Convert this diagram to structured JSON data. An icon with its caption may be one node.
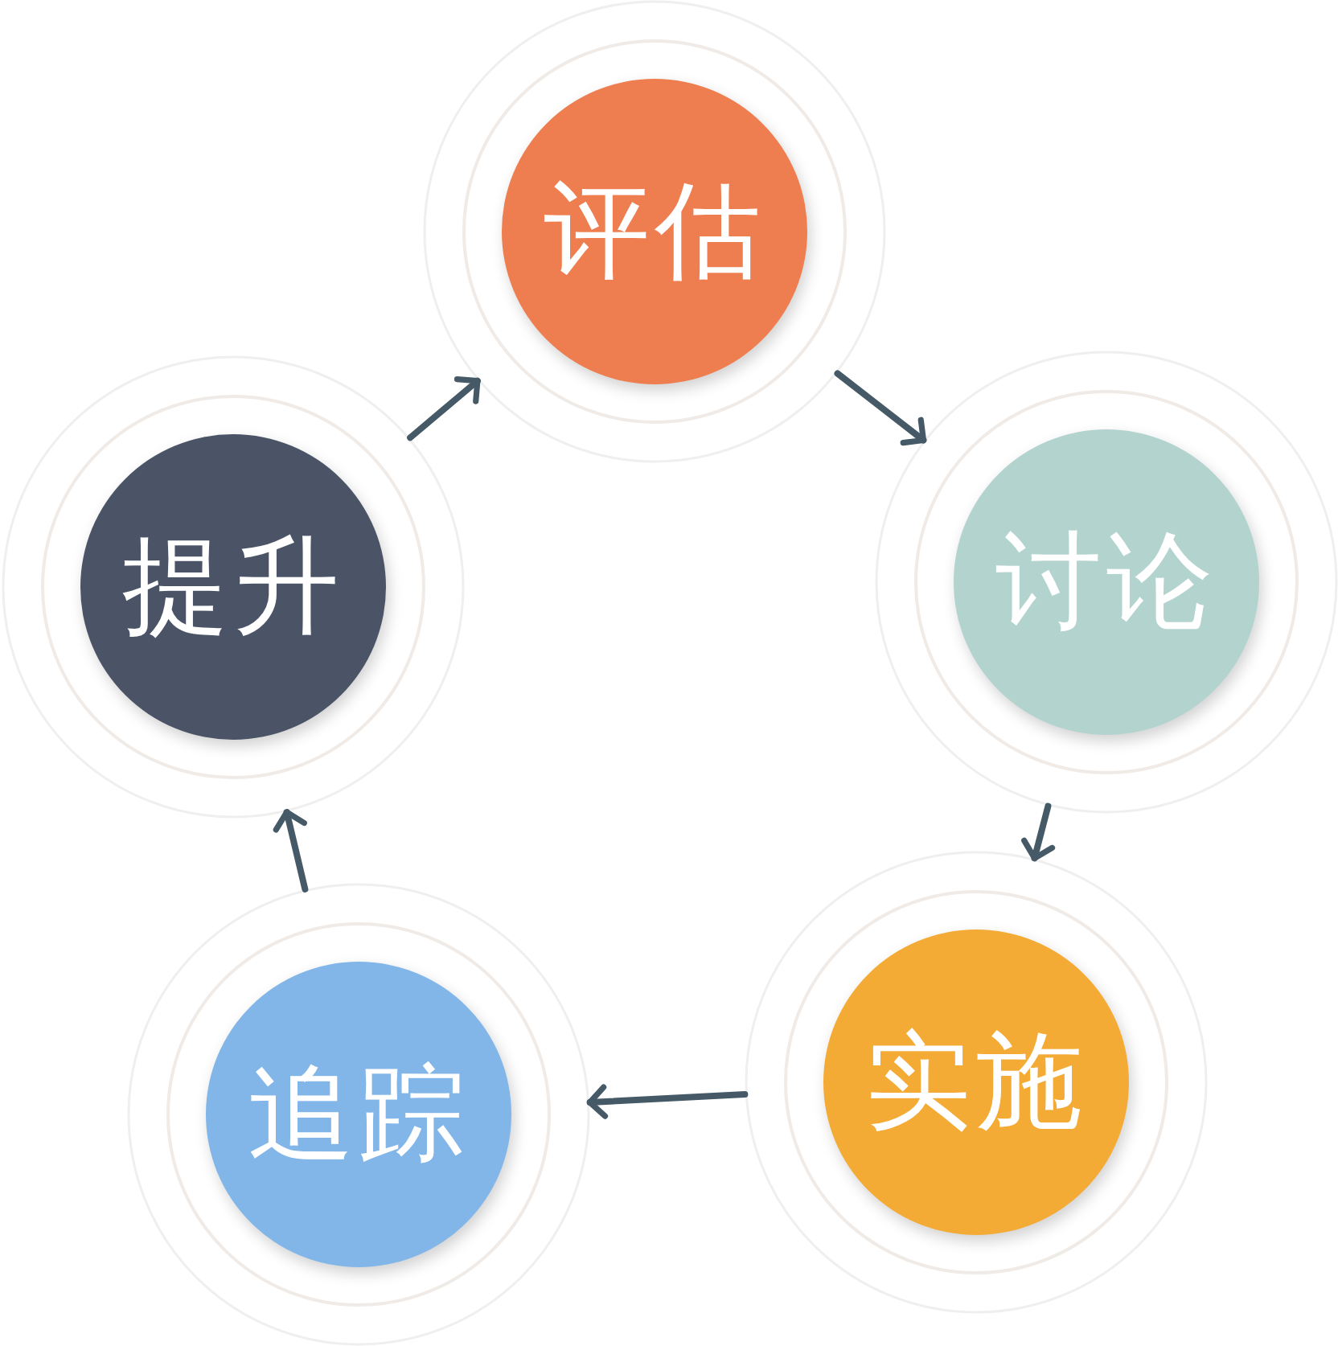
{
  "diagram": {
    "nodes": [
      {
        "text": [
          "评估"
        ]
      },
      {
        "text": [
          "讨论"
        ]
      },
      {
        "text": [
          "实施"
        ]
      },
      {
        "text": [
          "追踪"
        ]
      },
      {
        "text": [
          "提升"
        ]
      }
    ],
    "edges": [
      {
        "from": 0,
        "to": 1,
        "arrow": "to"
      },
      {
        "from": 1,
        "to": 2,
        "arrow": "to"
      },
      {
        "from": 2,
        "to": 3,
        "arrow": "to"
      },
      {
        "from": 3,
        "to": 4,
        "arrow": "to"
      },
      {
        "from": 4,
        "to": 0,
        "arrow": "to"
      }
    ]
  }
}
